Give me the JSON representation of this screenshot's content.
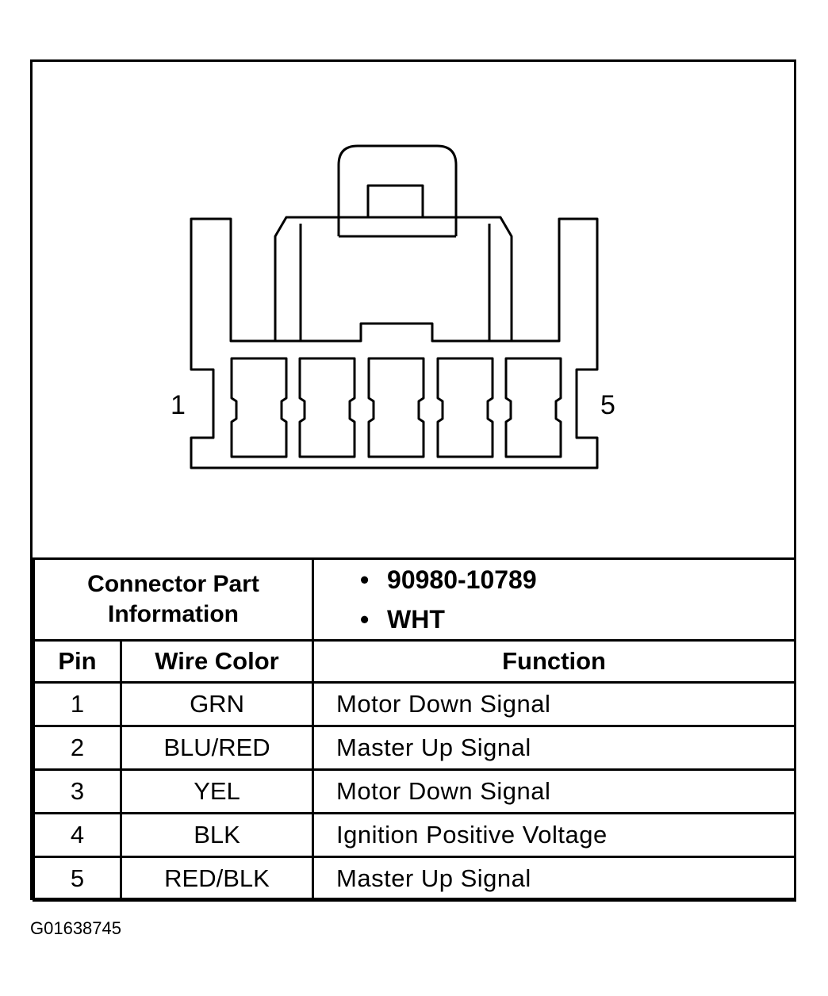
{
  "pin_labels": {
    "left": "1",
    "right": "5"
  },
  "connector_info": {
    "label_line1": "Connector Part",
    "label_line2": "Information",
    "items": [
      "90980-10789",
      "WHT"
    ]
  },
  "table": {
    "headers": {
      "pin": "Pin",
      "wire_color": "Wire Color",
      "function": "Function"
    },
    "rows": [
      {
        "pin": "1",
        "wire_color": "GRN",
        "function": "Motor Down Signal"
      },
      {
        "pin": "2",
        "wire_color": "BLU/RED",
        "function": "Master Up Signal"
      },
      {
        "pin": "3",
        "wire_color": "YEL",
        "function": "Motor Down Signal"
      },
      {
        "pin": "4",
        "wire_color": "BLK",
        "function": "Ignition Positive Voltage"
      },
      {
        "pin": "5",
        "wire_color": "RED/BLK",
        "function": "Master Up Signal"
      }
    ]
  },
  "figure_id": "G01638745"
}
